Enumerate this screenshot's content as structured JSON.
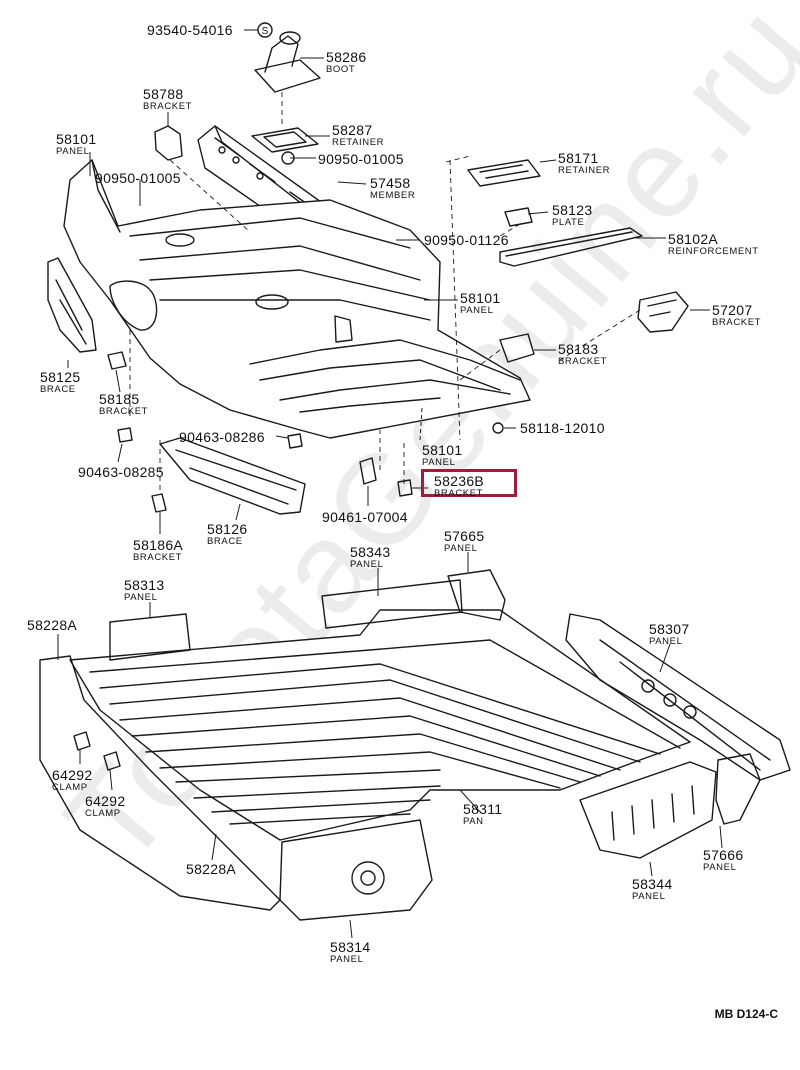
{
  "diagram_code": "MB D124-C",
  "watermark": "ToyotaGenuine.ru",
  "highlight_color": "#a01c3c",
  "highlighted_part": "58236B",
  "parts": {
    "p93540": {
      "num": "93540-54016",
      "cap": "",
      "symbol": "S"
    },
    "p58286": {
      "num": "58286",
      "cap": "BOOT"
    },
    "p58788": {
      "num": "58788",
      "cap": "BRACKET"
    },
    "p58287": {
      "num": "58287",
      "cap": "RETAINER"
    },
    "p58101a": {
      "num": "58101",
      "cap": "PANEL"
    },
    "p90950b": {
      "num": "90950-01005",
      "cap": ""
    },
    "p90950a": {
      "num": "90950-01005",
      "cap": ""
    },
    "p57458": {
      "num": "57458",
      "cap": "MEMBER"
    },
    "p58171": {
      "num": "58171",
      "cap": "RETAINER"
    },
    "p58123": {
      "num": "58123",
      "cap": "PLATE"
    },
    "p90950c": {
      "num": "90950-01126",
      "cap": ""
    },
    "p58102a": {
      "num": "58102A",
      "cap": "REINFORCEMENT"
    },
    "p58101b": {
      "num": "58101",
      "cap": "PANEL"
    },
    "p57207": {
      "num": "57207",
      "cap": "BRACKET"
    },
    "p58183": {
      "num": "58183",
      "cap": "BRACKET"
    },
    "p58125": {
      "num": "58125",
      "cap": "BRACE"
    },
    "p58185": {
      "num": "58185",
      "cap": "BRACKET"
    },
    "p58118": {
      "num": "58118-12010",
      "cap": ""
    },
    "p90463a": {
      "num": "90463-08286",
      "cap": ""
    },
    "p90463b": {
      "num": "90463-08285",
      "cap": ""
    },
    "p58101c": {
      "num": "58101",
      "cap": "PANEL"
    },
    "p58236b": {
      "num": "58236B",
      "cap": "BRACKET"
    },
    "p90461": {
      "num": "90461-07004",
      "cap": ""
    },
    "p58126": {
      "num": "58126",
      "cap": "BRACE"
    },
    "p58186a": {
      "num": "58186A",
      "cap": "BRACKET"
    },
    "p58343": {
      "num": "58343",
      "cap": "PANEL"
    },
    "p57665": {
      "num": "57665",
      "cap": "PANEL"
    },
    "p58313": {
      "num": "58313",
      "cap": "PANEL"
    },
    "p58228a1": {
      "num": "58228A",
      "cap": ""
    },
    "p58307": {
      "num": "58307",
      "cap": "PANEL"
    },
    "p64292a": {
      "num": "64292",
      "cap": "CLAMP"
    },
    "p64292b": {
      "num": "64292",
      "cap": "CLAMP"
    },
    "p58311": {
      "num": "58311",
      "cap": "PAN"
    },
    "p57666": {
      "num": "57666",
      "cap": "PANEL"
    },
    "p58228a2": {
      "num": "58228A",
      "cap": ""
    },
    "p58344": {
      "num": "58344",
      "cap": "PANEL"
    },
    "p58314": {
      "num": "58314",
      "cap": "PANEL"
    }
  }
}
